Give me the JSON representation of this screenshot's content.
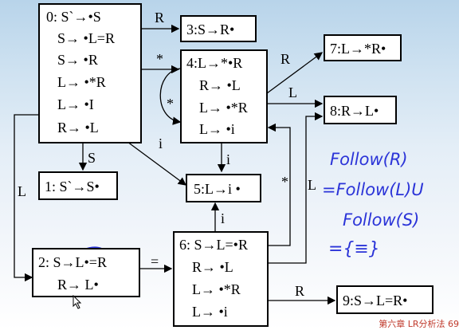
{
  "states": {
    "s0": [
      "0: S`→•S",
      "S→ •L=R",
      "S→ •R",
      "L→ •*R",
      "L→ •I",
      "R→ •L"
    ],
    "s1": "1: S`→S•",
    "s2": [
      "2: S→L•=R",
      "R→ L•"
    ],
    "s3": "3:S→R•",
    "s4": [
      "4:L→*•R",
      "R→ •L",
      "L→ •*R",
      "L→ •i"
    ],
    "s5": "5:L→i •",
    "s6": [
      "6: S→L=•R",
      "R→ •L",
      "L→ •*R",
      "L→ •i"
    ],
    "s7": "7:L→*R•",
    "s8": "8:R→L•",
    "s9": "9:S→L=R•"
  },
  "edge_labels": {
    "e0_3": "R",
    "e0_4": "*",
    "e0_1": "S",
    "e0_2": "L",
    "e0_5": "i",
    "e4_loop": "*",
    "e4_7": "R",
    "e4_8": "L",
    "e4_5": "i",
    "e2_6": "=",
    "e6_5": "i",
    "e6_4": "*",
    "e6_8": "L",
    "e6_9": "R"
  },
  "handwriting": {
    "line1": "Follow(R)",
    "line2": "=Follow(L)U",
    "line3": "Follow(S)",
    "line4": "={≡}"
  },
  "footer": "第六章   LR分析法 69",
  "colors": {
    "ink": "#000000",
    "pen": "#2b34d8",
    "footer": "#c0392b"
  }
}
